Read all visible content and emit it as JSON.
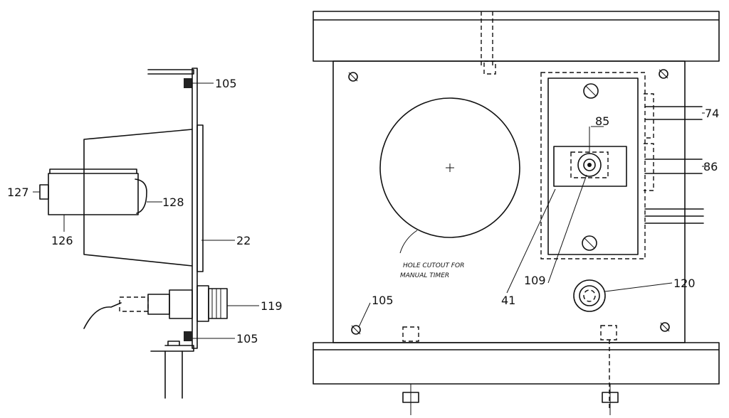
{
  "labels": {
    "l105_top": "105",
    "l105_bottom": "105",
    "l105_plate": "105",
    "l127": "127",
    "l128": "128",
    "l126": "126",
    "l22": "22",
    "l119": "119",
    "l85": "85",
    "l74": "74",
    "l86": "86",
    "l109": "109",
    "l41": "41",
    "l120": "120"
  },
  "note": {
    "line1": "HOLE CUTOUT FOR",
    "line2": "MANUAL TIMER"
  }
}
